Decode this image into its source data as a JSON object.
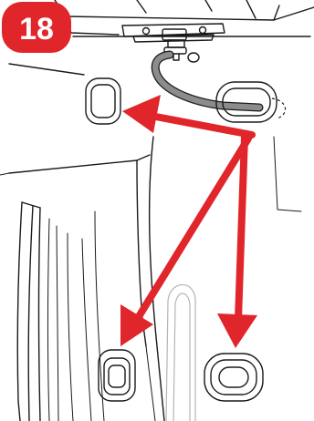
{
  "step": {
    "number": "18"
  },
  "colors": {
    "badge": "#e0262b",
    "arrow": "#e0262b",
    "line_art": "#1a1a1a",
    "cable": "#8c8c8c",
    "background": "#ffffff"
  },
  "icons": {
    "step_badge": "step-number-badge",
    "arrow": "red-arrow"
  }
}
